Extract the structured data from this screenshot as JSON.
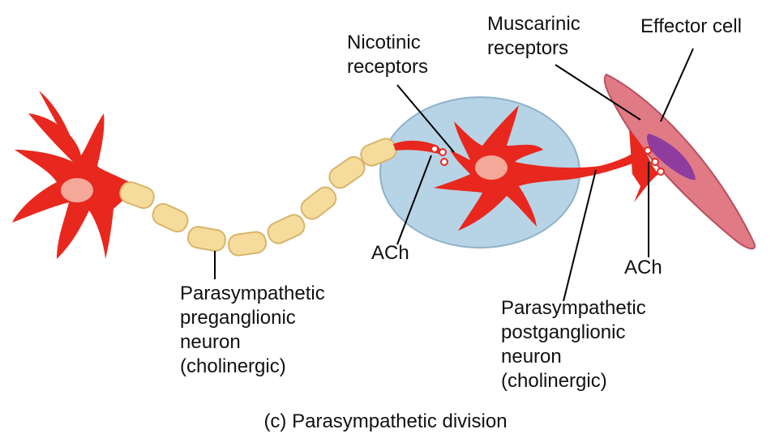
{
  "labels": {
    "nicotinic": [
      "Nicotinic",
      "receptors"
    ],
    "muscarinic": [
      "Muscarinic",
      "receptors"
    ],
    "effector": "Effector cell",
    "ach_left": "ACh",
    "ach_right": "ACh",
    "preganglionic": [
      "Parasympathetic",
      "preganglionic",
      "neuron",
      "(cholinergic)"
    ],
    "postganglionic": [
      "Parasympathetic",
      "postganglionic",
      "neuron",
      "(cholinergic)"
    ]
  },
  "caption": "(c) Parasympathetic division",
  "colors": {
    "neuron_red": "#e8281e",
    "nucleus": "#f3a89a",
    "myelin": "#f6dc9c",
    "ganglion": "#b7d3e6",
    "effector_cell": "#e07b86",
    "effector_nucleus": "#8e3c9e",
    "leader_line": "#000000"
  }
}
